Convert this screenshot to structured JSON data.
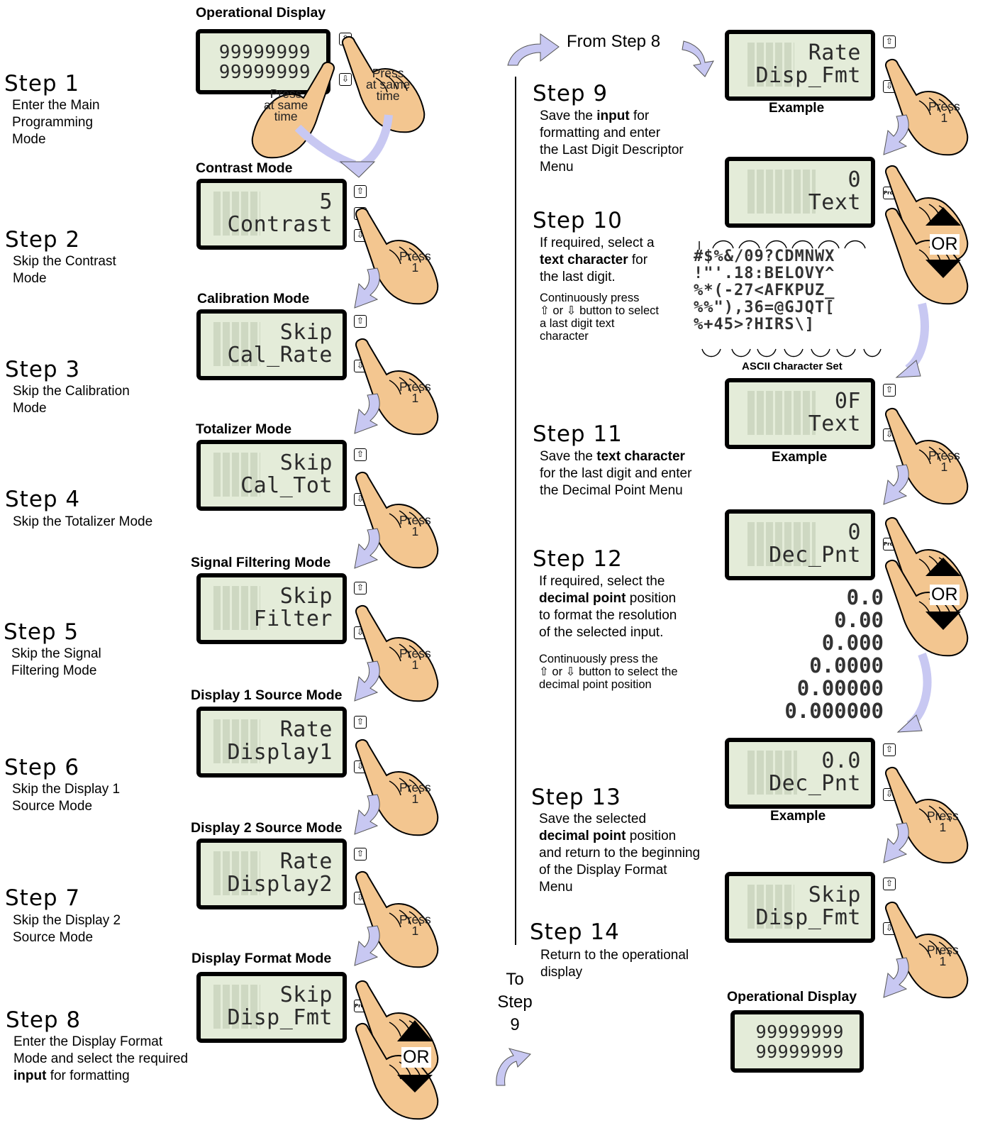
{
  "steps": [
    {
      "title": "Step 1",
      "desc": "Enter the Main\nProgramming\nMode"
    },
    {
      "title": "Step 2",
      "desc": "Skip the Contrast\nMode"
    },
    {
      "title": "Step 3",
      "desc": "Skip the Calibration\nMode"
    },
    {
      "title": "Step 4",
      "desc": "Skip the Totalizer Mode"
    },
    {
      "title": "Step 5",
      "desc": "Skip the Signal\nFiltering Mode"
    },
    {
      "title": "Step 6",
      "desc": "Skip the Display 1\nSource Mode"
    },
    {
      "title": "Step 7",
      "desc": "Skip the Display 2\nSource Mode"
    },
    {
      "title": "Step 8",
      "desc_pre": "Enter the Display Format\nMode and select the required\n",
      "desc_bold": "input",
      "desc_post": " for formatting"
    },
    {
      "title": "Step 9",
      "desc_pre": "Save the ",
      "desc_bold": "input",
      "desc_post": " for\nformatting and enter\nthe Last Digit Descriptor\nMenu"
    },
    {
      "title": "Step 10",
      "desc_pre": "If required, select a\n",
      "desc_bold": "text character",
      "desc_post": " for\nthe last digit.",
      "note": "Continuously press\n⇧ or ⇩ button to select\na last digit text\ncharacter"
    },
    {
      "title": "Step 11",
      "desc_pre": "Save the ",
      "desc_bold": "text character",
      "desc_post": "\nfor the last digit and enter\nthe Decimal Point Menu"
    },
    {
      "title": "Step 12",
      "desc_pre": "If required, select the\n",
      "desc_bold": "decimal point",
      "desc_post": " position\nto format the resolution\nof the selected input.",
      "note": "Continuously press the\n⇧ or ⇩ button to select the\ndecimal point position"
    },
    {
      "title": "Step 13",
      "desc_pre": "Save the selected\n",
      "desc_bold": "decimal point",
      "desc_post": " position\nand return to the beginning\nof the Display Format\nMenu"
    },
    {
      "title": "Step 14",
      "desc": "Return to the operational\ndisplay"
    }
  ],
  "modes": {
    "operational": "Operational Display",
    "contrast": "Contrast Mode",
    "calibration": "Calibration Mode",
    "totalizer": "Totalizer Mode",
    "filter": "Signal Filtering Mode",
    "d1": "Display 1 Source Mode",
    "d2": "Display 2 Source Mode",
    "format": "Display Format Mode"
  },
  "lcds": {
    "op1": [
      "99999999",
      "99999999"
    ],
    "contrast": [
      "5",
      "Contrast"
    ],
    "cal": [
      "Skip",
      "Cal_Rate"
    ],
    "tot": [
      "Skip",
      "Cal_Tot"
    ],
    "filter": [
      "Skip",
      "Filter"
    ],
    "d1": [
      "Rate",
      "Display1"
    ],
    "d2": [
      "Rate",
      "Display2"
    ],
    "fmt": [
      "Skip",
      "Disp_Fmt"
    ],
    "r_fmt": [
      "Rate",
      "Disp_Fmt"
    ],
    "r_text": [
      "0",
      "Text"
    ],
    "r_text_ex": [
      "0F",
      "Text"
    ],
    "r_dec": [
      "0",
      "Dec_Pnt"
    ],
    "r_dec_ex": [
      "0.0",
      "Dec_Pnt"
    ],
    "r_skip": [
      "Skip",
      "Disp_Fmt"
    ],
    "op2": [
      "99999999",
      "99999999"
    ]
  },
  "labels": {
    "press": "Press",
    "press_same": "Press\nat same\ntime",
    "press1": "Press\n1",
    "or": "OR",
    "example": "Example",
    "from_step8": "From Step 8",
    "to_step9": "To\nStep\n9",
    "ascii_caption": "ASCII Character Set",
    "operational_display": "Operational Display",
    "prog": "Prog",
    "up": "⇧",
    "down": "⇩"
  },
  "ascii_rows": [
    "#$%&/09?CDMNWX",
    "!\"'.18:BELOVY^",
    "%*(-27<AFKPUZ_",
    "%%\"),36=@GJQT[",
    "%+45>?HIRS\\]"
  ],
  "decimals": [
    "0.0",
    "0.00",
    "0.000",
    "0.0000",
    "0.00000",
    "0.000000"
  ],
  "colors": {
    "lcd_bg": "#e4ecd9",
    "hand": "#f3c690",
    "arrow": "#c8c8f2"
  }
}
